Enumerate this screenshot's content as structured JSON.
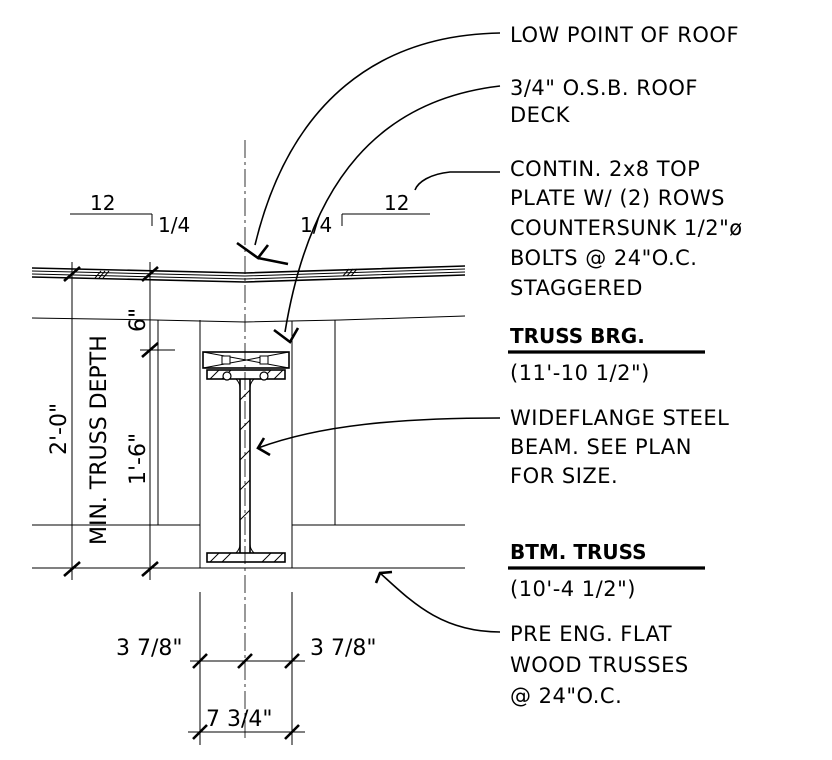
{
  "notes": {
    "low_point": "LOW POINT OF ROOF",
    "roof_deck_1": "3/4\" O.S.B. ROOF",
    "roof_deck_2": "DECK",
    "top_plate_1": "CONTIN. 2x8 TOP",
    "top_plate_2": "PLATE W/ (2) ROWS",
    "top_plate_3": "COUNTERSUNK 1/2\"ø",
    "top_plate_4": "BOLTS @ 24\"O.C.",
    "top_plate_5": "STAGGERED",
    "truss_brg": "TRUSS BRG.",
    "truss_brg_elev": "(11'-10 1/2\")",
    "beam_1": "WIDEFLANGE STEEL",
    "beam_2": "BEAM.  SEE PLAN",
    "beam_3": "FOR SIZE.",
    "btm_truss": "BTM. TRUSS",
    "btm_truss_elev": "(10'-4 1/2\")",
    "trusses_1": "PRE ENG. FLAT",
    "trusses_2": "WOOD TRUSSES",
    "trusses_3": "@ 24\"O.C."
  },
  "slope": {
    "left_run": "12",
    "left_rise": "1/4",
    "right_rise": "1/4",
    "right_run": "12"
  },
  "dimensions": {
    "overall_depth": "2'-0\"",
    "min_truss_depth": "MIN. TRUSS DEPTH",
    "top_offset": "6\"",
    "beam_depth": "1'-6\"",
    "left_half": "3 7/8\"",
    "right_half": "3 7/8\"",
    "flange_width": "7 3/4\""
  }
}
